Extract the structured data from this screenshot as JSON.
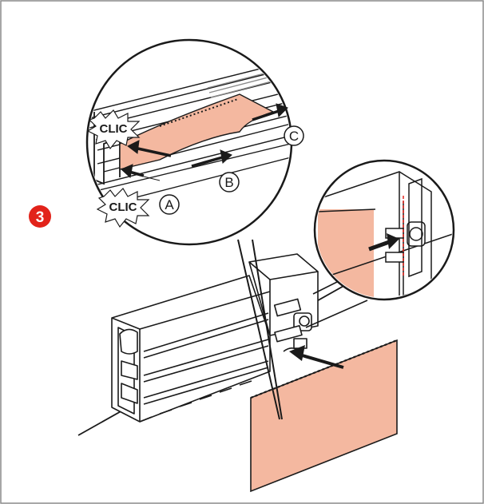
{
  "step": {
    "number": "3",
    "badge_color": "#e2231a"
  },
  "callouts": {
    "clic_top": "CLIC",
    "clic_bottom": "CLIC",
    "label_a": "A",
    "label_b": "B",
    "label_c": "C"
  },
  "colors": {
    "insert_fill": "#f4b8a0",
    "line": "#1a1a1a",
    "frame": "#8a8a8a",
    "red_guide": "#e2231a"
  },
  "icons": {
    "clic_burst": "starburst-icon",
    "push_arrow": "arrow-icon"
  }
}
